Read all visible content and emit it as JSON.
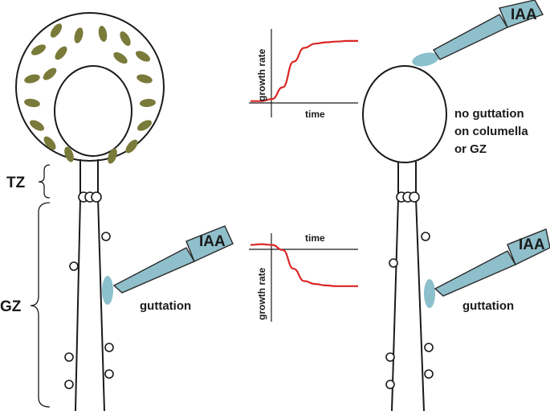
{
  "labels": {
    "tz": "TZ",
    "gz": "GZ",
    "iaa_top_right": "IAA",
    "iaa_left": "IAA",
    "iaa_right": "IAA",
    "guttation_left": "guttation",
    "guttation_right": "guttation",
    "no_guttation_line1": "no guttation",
    "no_guttation_line2": "on columella",
    "no_guttation_line3": "or GZ"
  },
  "chart_data": [
    {
      "type": "line",
      "title": "",
      "xlabel": "time",
      "ylabel": "growth rate",
      "series": [
        {
          "x": [
            0,
            0.1,
            0.2,
            0.3,
            0.4,
            0.5,
            0.6,
            0.7,
            0.8,
            0.9,
            1.0
          ],
          "y": [
            0.05,
            0.05,
            0.08,
            0.25,
            0.62,
            0.82,
            0.88,
            0.9,
            0.91,
            0.92,
            0.92
          ]
        }
      ]
    },
    {
      "type": "line",
      "title": "",
      "xlabel": "time",
      "ylabel": "growth rate",
      "series": [
        {
          "x": [
            0,
            0.1,
            0.2,
            0.3,
            0.4,
            0.5,
            0.6,
            0.7,
            0.8,
            0.9,
            1.0
          ],
          "y": [
            0.95,
            0.96,
            0.95,
            0.88,
            0.62,
            0.45,
            0.41,
            0.39,
            0.38,
            0.38,
            0.38
          ]
        }
      ]
    }
  ]
}
